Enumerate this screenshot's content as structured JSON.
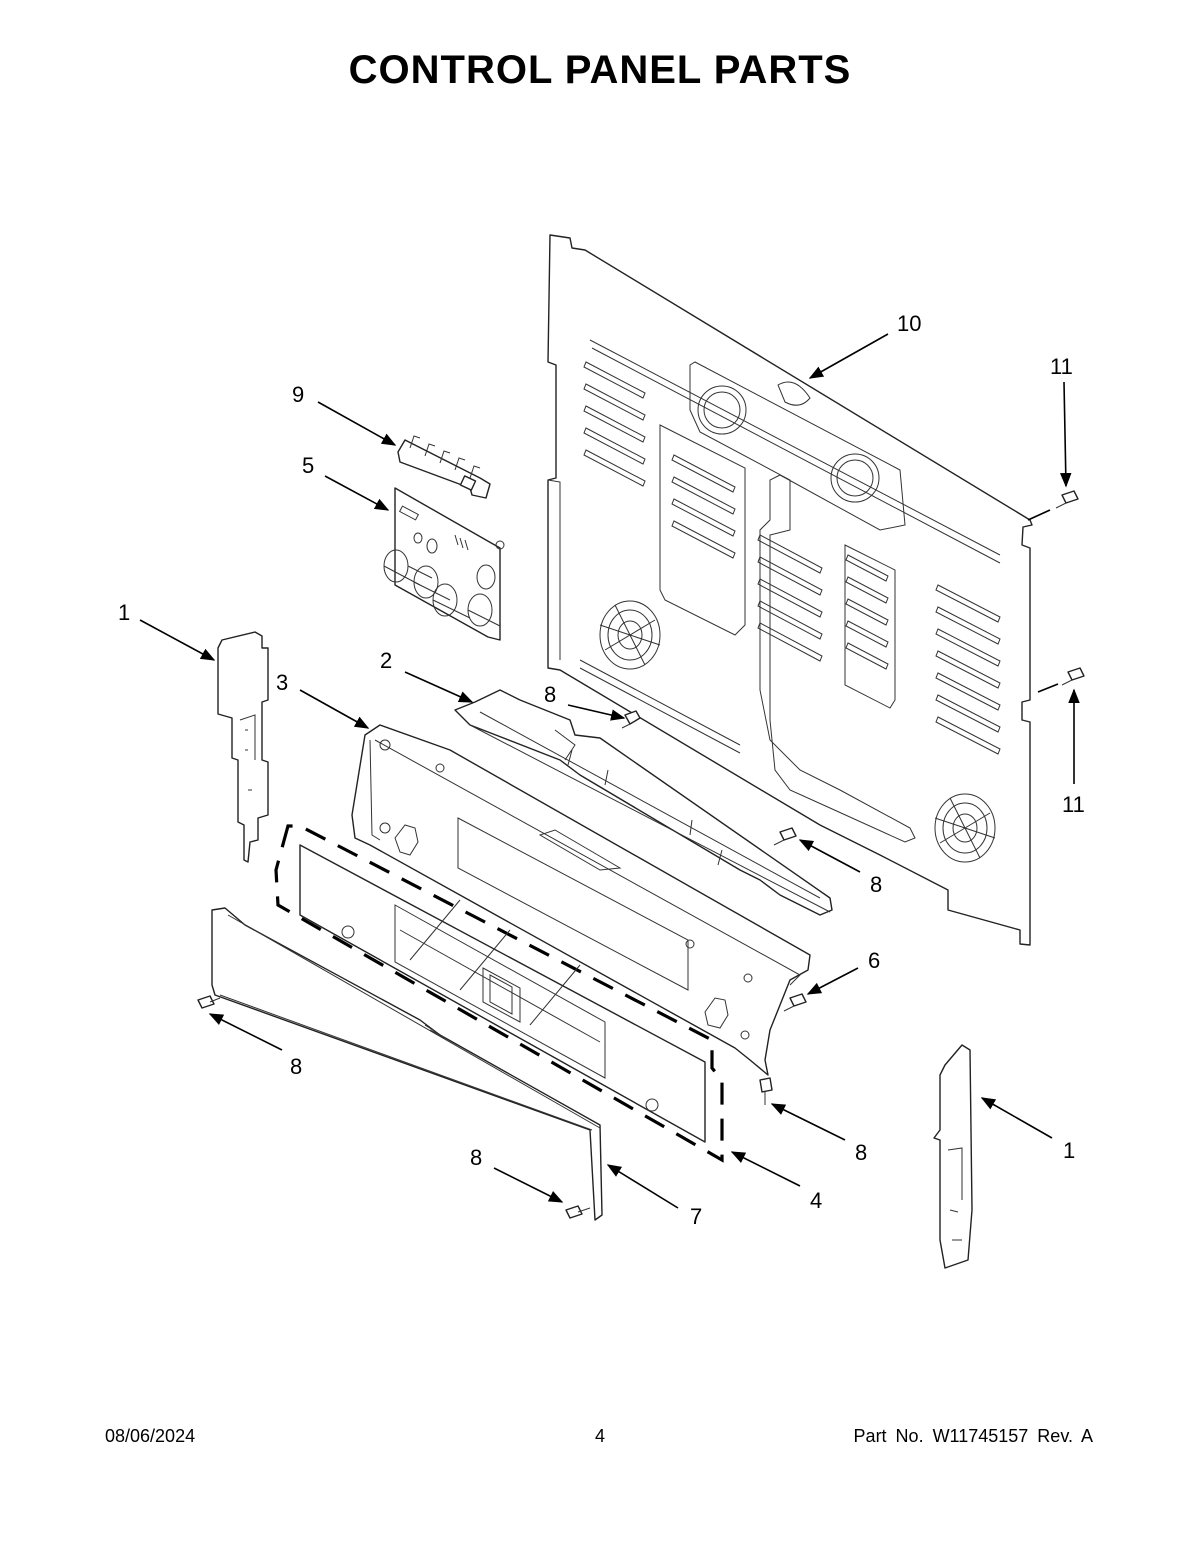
{
  "title": "CONTROL PANEL PARTS",
  "callouts": {
    "c1_left": "1",
    "c1_right": "1",
    "c2": "2",
    "c3": "3",
    "c4": "4",
    "c5": "5",
    "c6": "6",
    "c7": "7",
    "c8_a": "8",
    "c8_b": "8",
    "c8_c": "8",
    "c8_d": "8",
    "c8_e": "8",
    "c9": "9",
    "c10": "10",
    "c11_top": "11",
    "c11_bottom": "11"
  },
  "footer": {
    "date": "08/06/2024",
    "page": "4",
    "part": "Part No.  W11745157  Rev.  A"
  }
}
